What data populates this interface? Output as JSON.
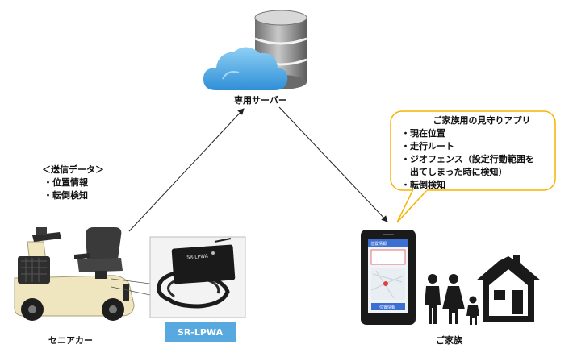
{
  "server": {
    "label": "専用サーバー"
  },
  "scooter": {
    "label": "セニアカー",
    "data_title": "＜送信データ＞",
    "data_items": [
      "・位置情報",
      "・転倒検知"
    ]
  },
  "device": {
    "badge": "SR-LPWA",
    "photo_text": "SR-LPWA"
  },
  "family": {
    "label": "ご家族"
  },
  "app": {
    "title": "ご家族用の見守りアプリ",
    "features": [
      "・現在位置",
      "・走行ルート",
      "・ジオフェンス（設定行動範囲を",
      "　出てしまった時に検知）",
      "・転倒検知"
    ],
    "phone_header": "位置情報",
    "phone_button": "位置情報"
  },
  "colors": {
    "cloud": "#4fa8e0",
    "database": "#8a8a8a",
    "callout_border": "#f5b400",
    "badge": "#59a9e1",
    "scooter_body": "#efe6bf"
  },
  "icons": [
    "cloud-icon",
    "database-icon",
    "scooter-icon",
    "device-icon",
    "smartphone-icon",
    "family-icon",
    "house-icon"
  ]
}
